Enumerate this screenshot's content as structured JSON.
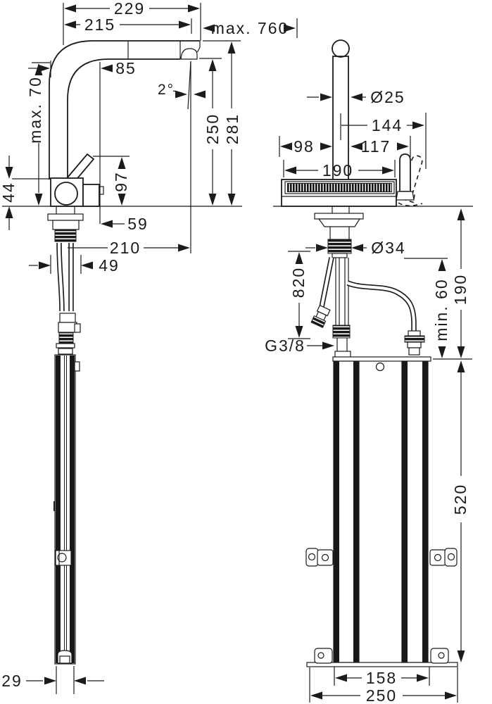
{
  "document": {
    "kind": "technical dimension drawing",
    "subject": "kitchen mixer with pull-out spout and under-counter installation box",
    "unit": "mm"
  },
  "palette": {
    "ink": "#1b1b1b",
    "paper": "#ffffff"
  },
  "side_view": {
    "name": "side view",
    "dims": {
      "total_width": "229",
      "spout_width": "215",
      "pullout_extension": "max. 760",
      "spout_bend_offset": "85",
      "spout_tilt": "2°",
      "max_deck": "max. 70",
      "spout_height": "250",
      "total_height": "281",
      "handle_top_height": "97",
      "body_height": "44",
      "handle_side_offset": "59",
      "spout_reach": "210",
      "undercounter_width": "49",
      "guide_foot_width": "29"
    }
  },
  "front_view": {
    "name": "front view",
    "dims": {
      "spout_diameter": "Ø25",
      "axis_to_handle": "144",
      "body_left_of_axis": "98",
      "body_right_of_axis": "117",
      "body_width": "190",
      "shank_diameter": "Ø34",
      "hose_length": "820",
      "supply_thread": "G3/8",
      "min_clearance": "min. 60",
      "nut_to_box": "190",
      "box_height": "520",
      "rail_spacing": "158",
      "baseplate_width": "250"
    }
  }
}
